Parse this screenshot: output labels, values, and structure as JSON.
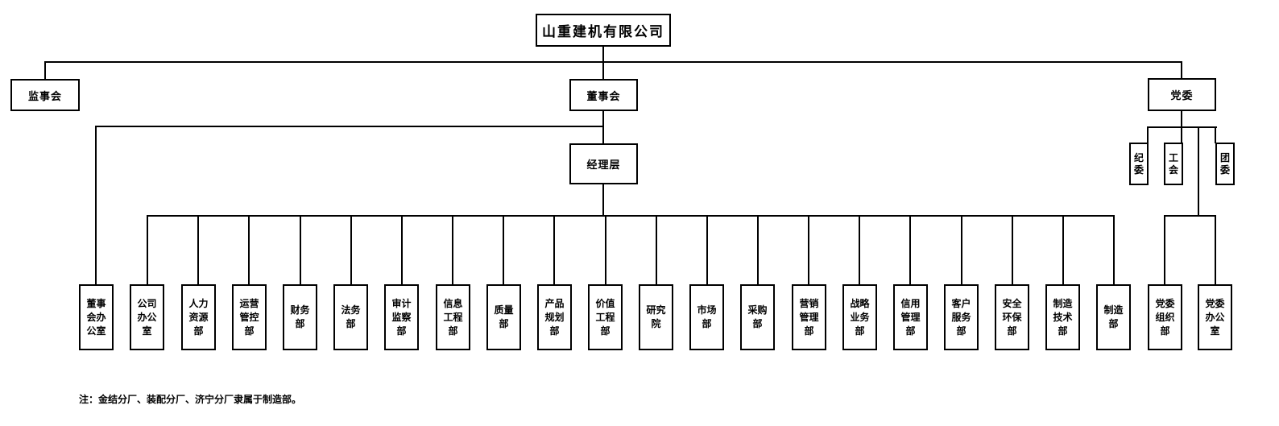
{
  "chart": {
    "company": "山重建机有限公司",
    "supervisory": "监事会",
    "board": "董事会",
    "party": "党委",
    "management": "经理层",
    "board_children": [
      "董事会办公室"
    ],
    "management_children": [
      "公司办公室",
      "人力资源部",
      "运营管控部",
      "财务部",
      "法务部",
      "审计监察部",
      "信息工程部",
      "质量部",
      "产品规划部",
      "价值工程部",
      "研究院",
      "市场部",
      "采购部",
      "营销管理部",
      "战略业务部",
      "信用管理部",
      "客户服务部",
      "安全环保部",
      "制造技术部",
      "制造部"
    ],
    "party_children": [
      "纪委",
      "工会",
      "团委"
    ],
    "party_grandchildren": [
      "党委组织部",
      "党委办公室"
    ],
    "note": "注：金结分厂、装配分厂、济宁分厂隶属于制造部。"
  }
}
